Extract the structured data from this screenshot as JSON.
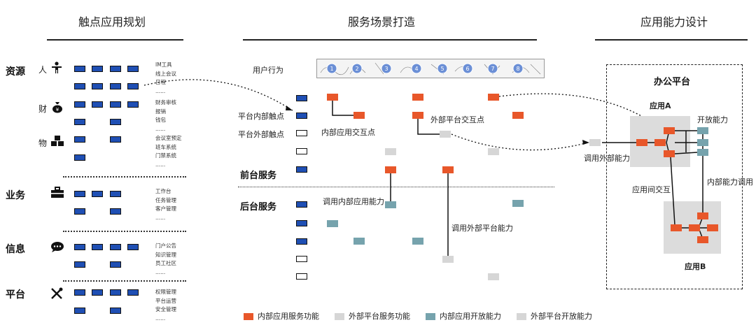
{
  "headers": {
    "col1": "触点应用规划",
    "col2": "服务场景打造",
    "col3": "应用能力设计"
  },
  "left": {
    "resource": {
      "title": "资源",
      "rows": [
        {
          "label": "人",
          "items": [
            "IM工具",
            "线上会议",
            "日程",
            "......"
          ]
        },
        {
          "label": "财",
          "items": [
            "财务审核",
            "报销",
            "钱包",
            "......"
          ]
        },
        {
          "label": "物",
          "items": [
            "会议室预定",
            "班车系统",
            "门禁系统",
            "......"
          ]
        }
      ]
    },
    "business": {
      "title": "业务",
      "items": [
        "工作台",
        "任务管理",
        "客户管理",
        "......"
      ]
    },
    "info": {
      "title": "信息",
      "items": [
        "门户公告",
        "知识管理",
        "员工社区",
        "......"
      ]
    },
    "platform": {
      "title": "平台",
      "items": [
        "权限管理",
        "平台运营",
        "安全管理",
        "......"
      ]
    }
  },
  "middle": {
    "user_behavior": "用户行为",
    "steps": [
      "1",
      "2",
      "3",
      "4",
      "5",
      "6",
      "7",
      "8"
    ],
    "internal_touch": "平台内部触点",
    "external_touch": "平台外部触点",
    "internal_interaction": "内部应用交互点",
    "external_interaction": "外部平台交互点",
    "front_service": "前台服务",
    "back_service": "后台服务",
    "call_internal": "调用内部应用能力",
    "call_external": "调用外部平台能力"
  },
  "right": {
    "platform_title": "办公平台",
    "app_a": "应用A",
    "app_b": "应用B",
    "open_capability": "开放能力",
    "call_external": "调用外部能力",
    "inter_app": "应用间交互",
    "internal_call": "内部能力调用"
  },
  "legend": [
    {
      "label": "内部应用服务功能",
      "color": "#e8572a"
    },
    {
      "label": "外部平台服务功能",
      "color": "#d6d6d6"
    },
    {
      "label": "内部应用开放能力",
      "color": "#76a3ad"
    },
    {
      "label": "外部平台开放能力",
      "color": "#d6d6d6"
    }
  ],
  "colors": {
    "orange": "#e8572a",
    "gray": "#d6d6d6",
    "teal": "#76a3ad",
    "blue": "#1f4fb4"
  },
  "icons": {
    "person": "person-icon",
    "money": "money-bag-icon",
    "goods": "boxes-icon",
    "business": "briefcase-icon",
    "info": "chat-bubble-icon",
    "platform": "tools-icon"
  }
}
